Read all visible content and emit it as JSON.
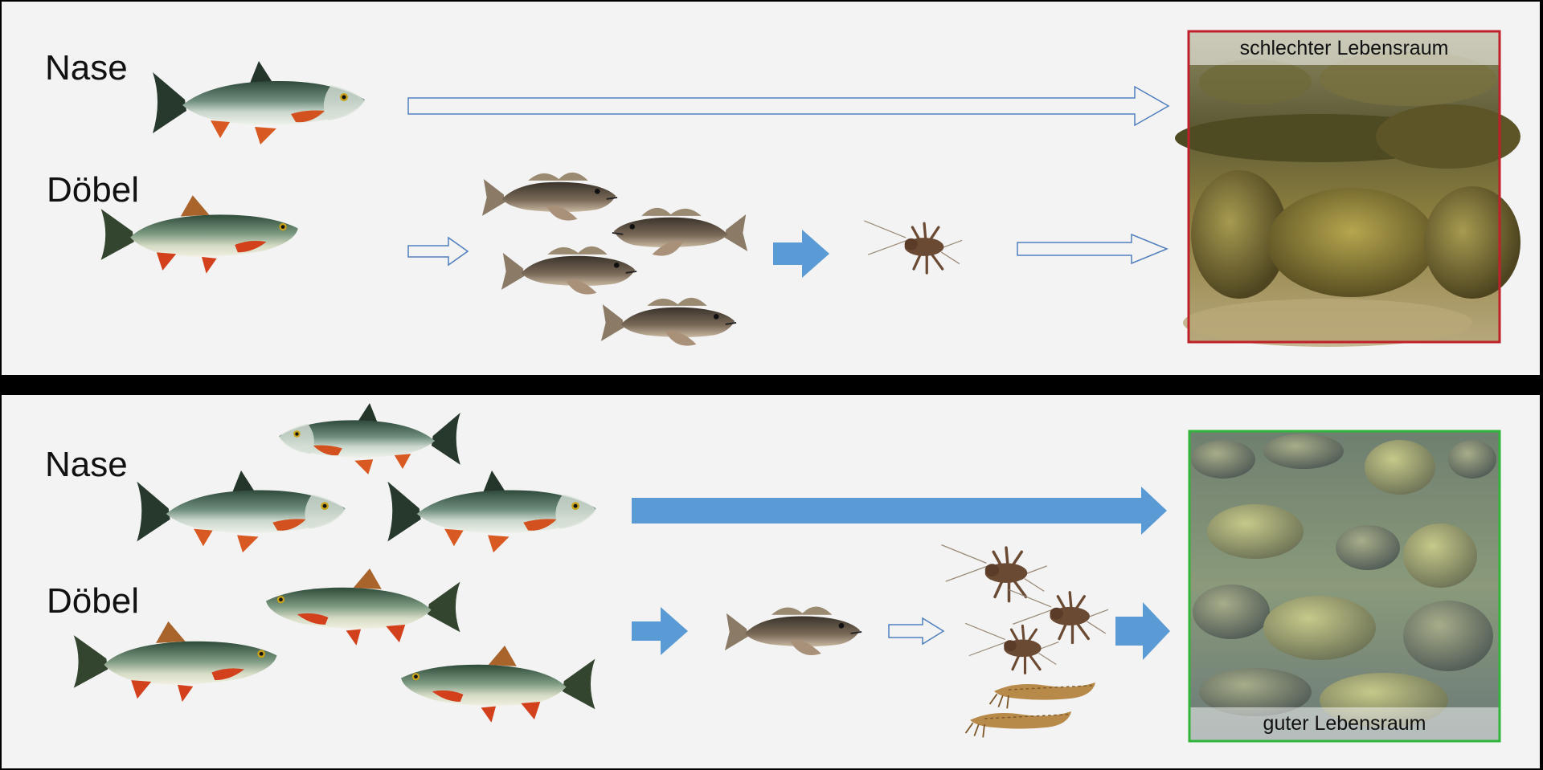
{
  "top": {
    "species": {
      "nase": "Nase",
      "doebel": "Döbel"
    },
    "habitat": {
      "label": "schlechter Lebensraum",
      "border_color": "#c0202a"
    }
  },
  "bottom": {
    "species": {
      "nase": "Nase",
      "doebel": "Döbel"
    },
    "habitat": {
      "label": "guter Lebensraum",
      "border_color": "#2fb63a"
    }
  },
  "colors": {
    "arrow_fill": "#5b9bd5",
    "arrow_outline": "#4f7fbe",
    "panel_bg": "#f3f3f3",
    "separator": "#000000"
  },
  "icons": {
    "nase": "nase-fish-icon",
    "doebel": "doebel-fish-icon",
    "sculpin": "sculpin-fish-icon",
    "stonefly": "stonefly-larva-icon",
    "caddisfly": "caddisfly-larva-icon"
  }
}
